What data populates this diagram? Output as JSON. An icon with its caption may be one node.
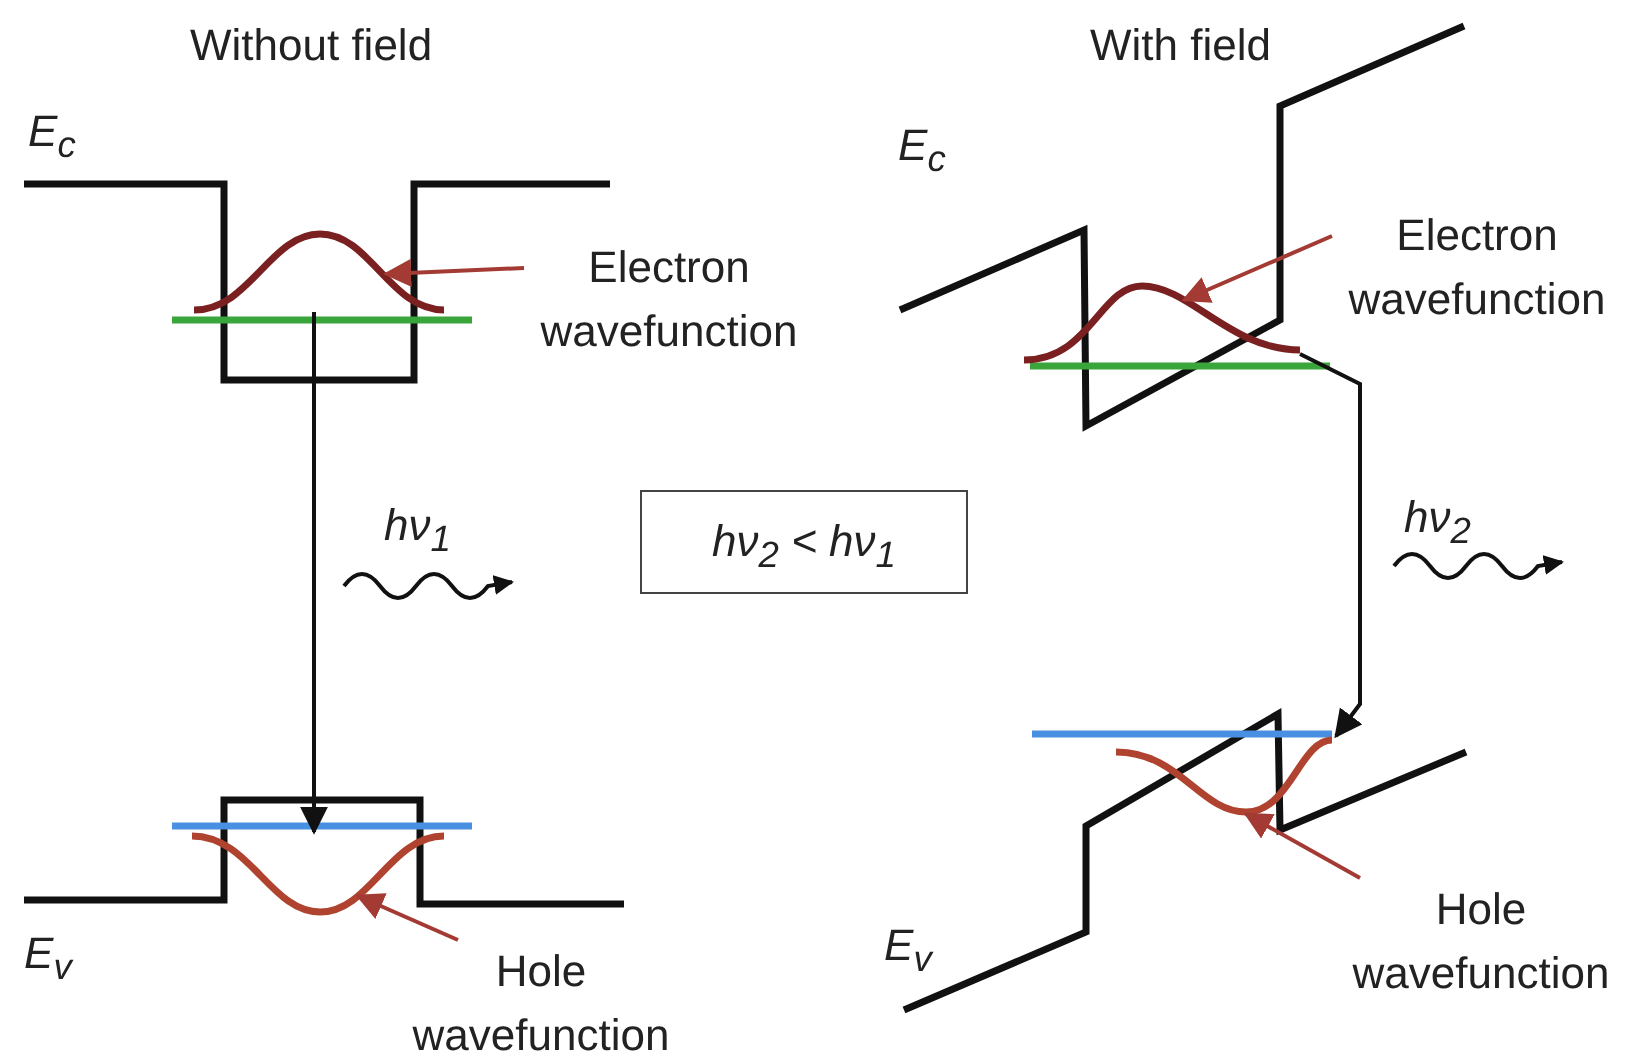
{
  "diagram": {
    "nodes": [
      {
        "text": [
          "Electron wavefunction"
        ]
      },
      {
        "text": [],
        "shape": "curve"
      },
      {
        "text": [
          "Hole wavefunction"
        ]
      },
      {
        "text": [],
        "shape": "curve"
      },
      {
        "text": [
          "Electron wavefunction"
        ]
      },
      {
        "text": [],
        "shape": "curve"
      },
      {
        "text": [
          "Hole wavefunction"
        ]
      },
      {
        "text": [],
        "shape": "curve"
      },
      {
        "text": [
          "hν$_{2}$ <  hν$_{1}$"
        ]
      }
    ],
    "edges": [
      {
        "from": 0,
        "to": 1,
        "arrow": "to"
      },
      {
        "from": 2,
        "to": 3,
        "arrow": "to"
      },
      {
        "from": 4,
        "to": 5,
        "arrow": "to"
      },
      {
        "from": 6,
        "to": 7,
        "arrow": "to"
      },
      {
        "from": 1,
        "to": 3,
        "arrow": "to",
        "color": "#111111"
      },
      {
        "from": 5,
        "to": 7,
        "arrow": "to",
        "color": "#111111"
      }
    ],
    "labels": [
      "Without field",
      "With field",
      "E$_{c}$",
      "E$_{c}$",
      "hν$_{1}$",
      "hν$_{2}$",
      "E$_{v}$",
      "E$_{v}$"
    ]
  }
}
